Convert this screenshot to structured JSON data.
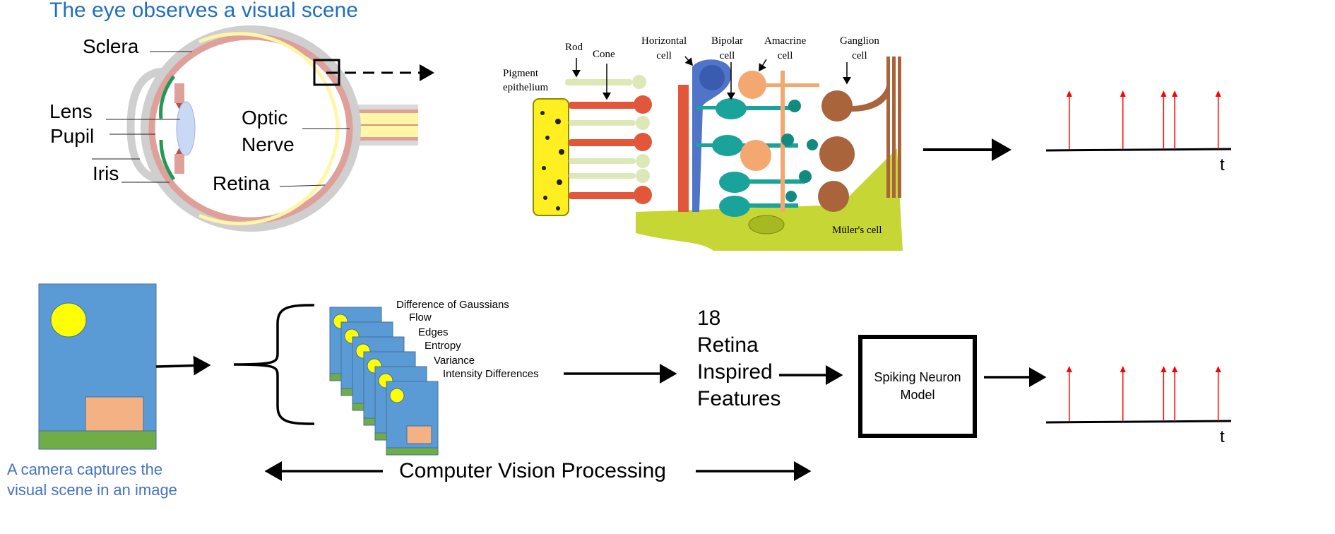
{
  "eye": {
    "title": "The eye observes a visual scene",
    "labels": {
      "sclera": "Sclera",
      "lens": "Lens",
      "pupil": "Pupil",
      "iris": "Iris",
      "optic_line1": "Optic",
      "optic_line2": "Nerve",
      "retina": "Retina"
    }
  },
  "retina_cells": {
    "labels": {
      "rod": "Rod",
      "cone": "Cone",
      "horizontal_1": "Horizontal",
      "horizontal_2": "cell",
      "bipolar_1": "Bipolar",
      "bipolar_2": "cell",
      "amacrine_1": "Amacrine",
      "amacrine_2": "cell",
      "ganglion_1": "Ganglion",
      "ganglion_2": "cell",
      "pigment_1": "Pigment",
      "pigment_2": "epithelium",
      "muller": "Müler's cell"
    }
  },
  "spike_trains": {
    "axis_label": "t",
    "spike_times_fraction": [
      0.125,
      0.415,
      0.635,
      0.695,
      0.93
    ]
  },
  "camera": {
    "caption_line1": "A camera captures the",
    "caption_line2": "visual scene in an image"
  },
  "features": {
    "labels": [
      "Difference of Gaussians",
      "Flow",
      "Edges",
      "Entropy",
      "Variance",
      "Intensity Differences"
    ],
    "summary": [
      "18",
      "Retina",
      "Inspired",
      "Features"
    ]
  },
  "model": {
    "line1": "Spiking Neuron",
    "line2": "Model"
  },
  "processing": {
    "label": "Computer Vision Processing"
  },
  "colors": {
    "title_blue": "#1f6fc0",
    "caption_blue": "#4472c4",
    "sky": "#5b9bd5",
    "sun": "#ffff00",
    "house": "#f4b183",
    "grass": "#70ad47",
    "spike": "#ff0000"
  }
}
